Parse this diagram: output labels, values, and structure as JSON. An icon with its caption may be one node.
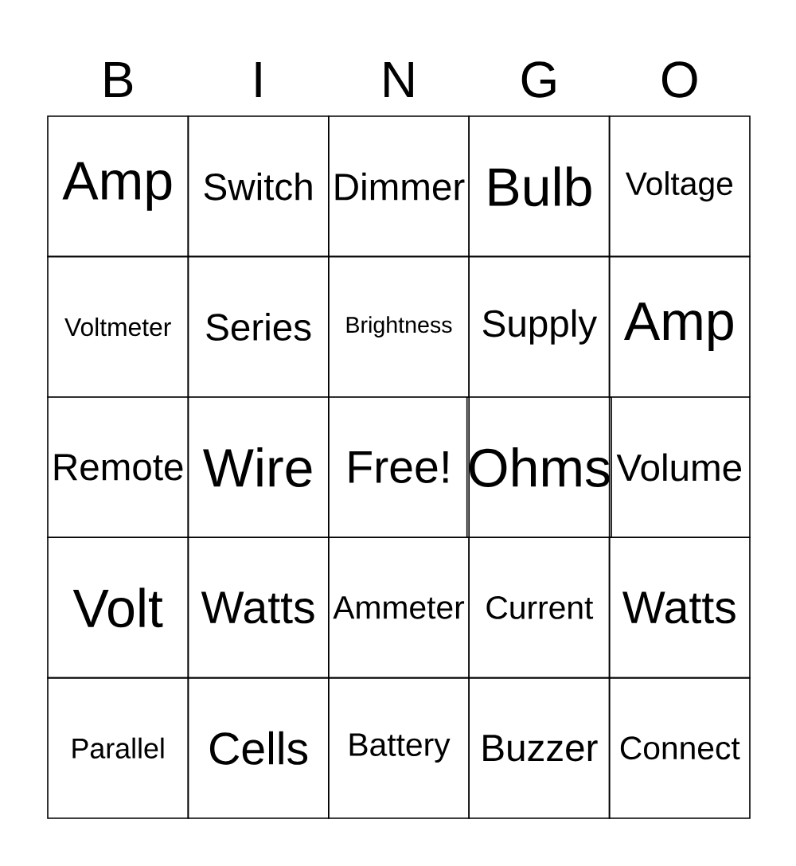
{
  "diagram": {
    "labels": [
      "B",
      "I",
      "N",
      "G",
      "O",
      "Amp",
      "Switch",
      "Dimmer",
      "Bulb",
      "Voltage",
      "Voltmeter",
      "Series",
      "Brightness",
      "Supply",
      "Amp",
      "Remote",
      "Wire",
      "Free!",
      "Ohms",
      "Volume",
      "Volt",
      "Watts",
      "Ammeter",
      "Current",
      "Watts",
      "Parallel",
      "Cells",
      "Battery",
      "Buzzer",
      "Connect"
    ]
  }
}
